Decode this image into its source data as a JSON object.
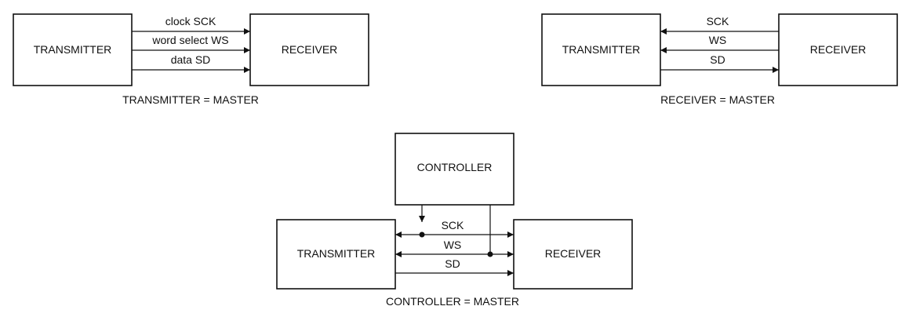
{
  "colors": {
    "ink": "#111111",
    "background": "#ffffff"
  },
  "diagrams": {
    "transmitter_master": {
      "transmitter_label": "TRANSMITTER",
      "receiver_label": "RECEIVER",
      "signals": {
        "sck": "clock SCK",
        "ws": "word select WS",
        "sd": "data SD"
      },
      "caption": "TRANSMITTER = MASTER"
    },
    "receiver_master": {
      "transmitter_label": "TRANSMITTER",
      "receiver_label": "RECEIVER",
      "signals": {
        "sck": "SCK",
        "ws": "WS",
        "sd": "SD"
      },
      "caption": "RECEIVER = MASTER"
    },
    "controller_master": {
      "controller_label": "CONTROLLER",
      "transmitter_label": "TRANSMITTER",
      "receiver_label": "RECEIVER",
      "signals": {
        "sck": "SCK",
        "ws": "WS",
        "sd": "SD"
      },
      "caption": "CONTROLLER = MASTER"
    }
  }
}
